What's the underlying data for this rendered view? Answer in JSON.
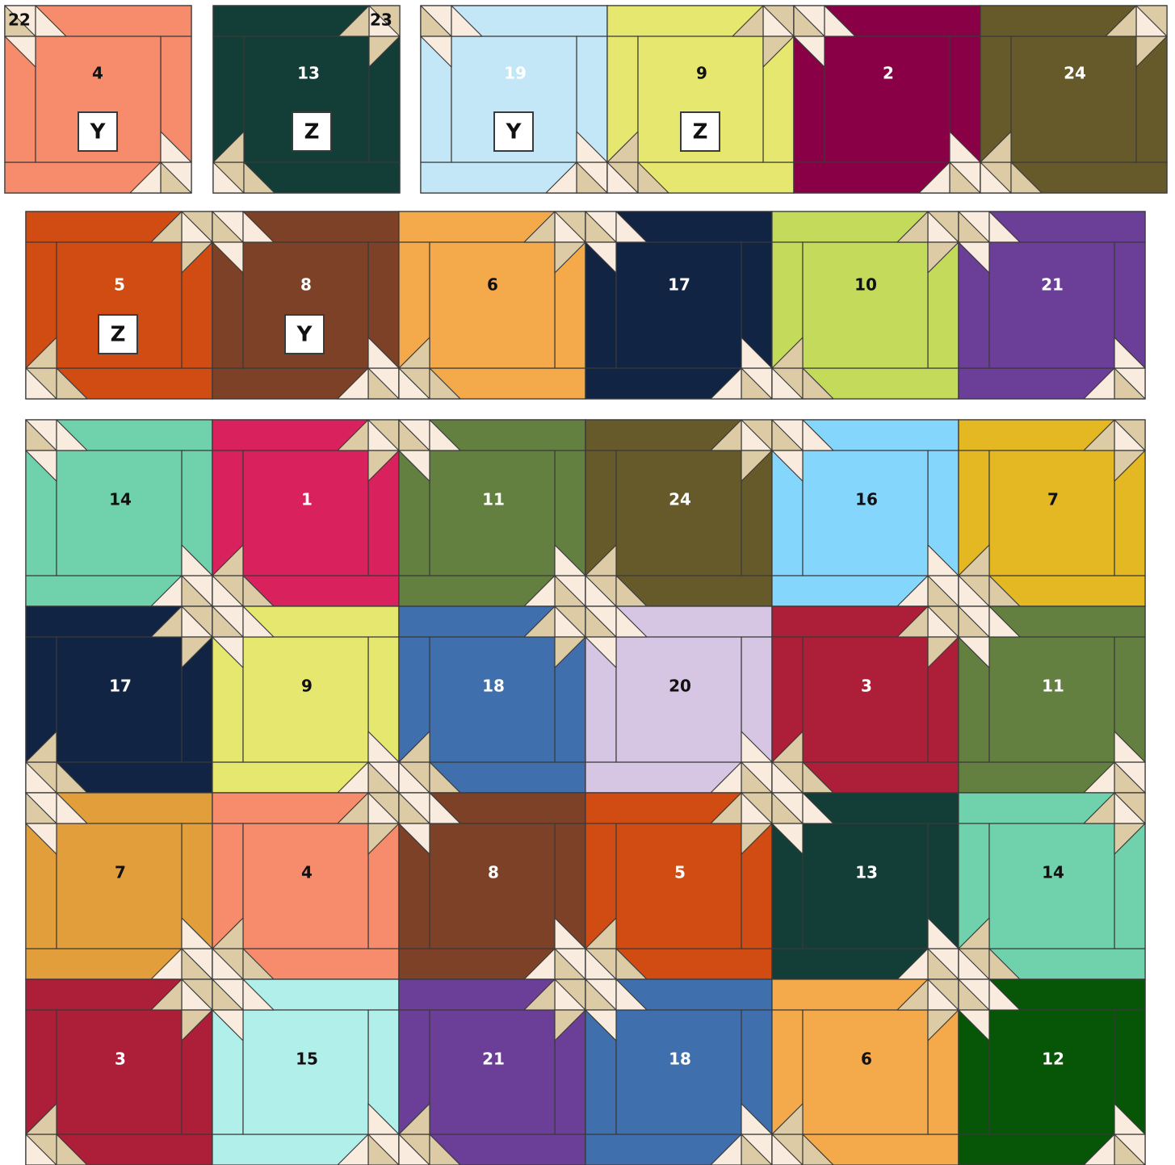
{
  "palette": {
    "1": "#d8215d",
    "2": "#8a0047",
    "3": "#ad1e38",
    "4": "#f78c6c",
    "5": "#d04c13",
    "6": "#f4a94a",
    "7": "#e3b822",
    "7b": "#e39e3c",
    "8": "#7c4126",
    "9": "#e6e76e",
    "10": "#c4da5b",
    "11": "#648040",
    "12": "#075608",
    "13": "#123e37",
    "14": "#70d1ad",
    "15": "#b1efeb",
    "16": "#85d6fd",
    "17": "#122443",
    "18": "#406fae",
    "19": "#c3e7f6",
    "20": "#d7c5e4",
    "21": "#6b3f98",
    "24": "#665a2a"
  },
  "star_colors": {
    "light": "#f9ebdd",
    "dark": "#dccba5",
    "outline": "#3a3a3a"
  },
  "top_strip": {
    "singles": [
      {
        "num": "4",
        "tag": "Y",
        "corner": "22",
        "corner_pos": "top-left",
        "style": "a"
      },
      {
        "num": "13",
        "tag": "Z",
        "corner": "23",
        "corner_pos": "top-right",
        "style": "b"
      }
    ],
    "row": [
      {
        "num": "19",
        "tag": "Y",
        "style": "a"
      },
      {
        "num": "9",
        "tag": "Z",
        "style": "b"
      },
      {
        "num": "2",
        "tag": "",
        "style": "a"
      },
      {
        "num": "24",
        "tag": "",
        "style": "b"
      }
    ]
  },
  "middle_strip": [
    {
      "num": "5",
      "tag": "Z",
      "style": "b"
    },
    {
      "num": "8",
      "tag": "Y",
      "style": "a"
    },
    {
      "num": "6",
      "tag": "",
      "style": "b"
    },
    {
      "num": "17",
      "tag": "",
      "style": "a"
    },
    {
      "num": "10",
      "tag": "",
      "style": "b"
    },
    {
      "num": "21",
      "tag": "",
      "style": "a"
    }
  ],
  "grid": [
    [
      {
        "num": "14",
        "style": "a"
      },
      {
        "num": "1",
        "style": "b"
      },
      {
        "num": "11",
        "style": "a"
      },
      {
        "num": "24",
        "style": "b"
      },
      {
        "num": "16",
        "style": "a"
      },
      {
        "num": "7",
        "style": "b"
      }
    ],
    [
      {
        "num": "17",
        "style": "b"
      },
      {
        "num": "9",
        "style": "a"
      },
      {
        "num": "18",
        "style": "b"
      },
      {
        "num": "20",
        "style": "a"
      },
      {
        "num": "3",
        "style": "b"
      },
      {
        "num": "11",
        "style": "a"
      }
    ],
    [
      {
        "num": "7",
        "style": "a",
        "color_key": "7b"
      },
      {
        "num": "4",
        "style": "b"
      },
      {
        "num": "8",
        "style": "a"
      },
      {
        "num": "5",
        "style": "b"
      },
      {
        "num": "13",
        "style": "a"
      },
      {
        "num": "14",
        "style": "b"
      }
    ],
    [
      {
        "num": "3",
        "style": "b"
      },
      {
        "num": "15",
        "style": "a"
      },
      {
        "num": "21",
        "style": "b"
      },
      {
        "num": "18",
        "style": "a"
      },
      {
        "num": "6",
        "style": "b"
      },
      {
        "num": "12",
        "style": "a"
      }
    ]
  ],
  "dark_label_numbers": [
    "4",
    "6",
    "7",
    "9",
    "10",
    "14",
    "15",
    "16",
    "20",
    "22",
    "23"
  ]
}
